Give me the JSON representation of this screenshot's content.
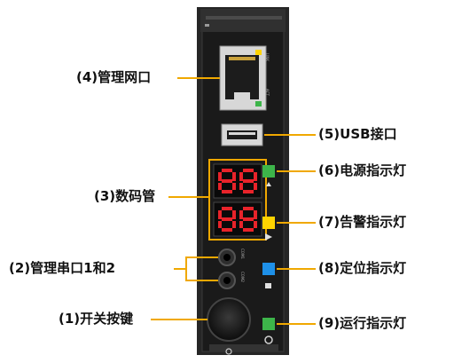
{
  "callouts": {
    "mgmt_network_port": "(4)管理网口",
    "usb_port": "(5)USB接口",
    "seven_segment": "(3)数码管",
    "power_led": "(6)电源指示灯",
    "alarm_led": "(7)告警指示灯",
    "serial_ports": "(2)管理串口1和2",
    "locate_led": "(8)定位指示灯",
    "power_switch": "(1)开关按键",
    "run_led": "(9)运行指示灯"
  },
  "port_labels": {
    "link": "LINK",
    "act": "ACT",
    "com1": "COM1",
    "com2": "COM2"
  },
  "display_digits": [
    "88",
    "88"
  ],
  "colors": {
    "panel": "#2b2b2b",
    "callout_line": "#f0a800",
    "power_led": "#3db54a",
    "alarm_led": "#ffd400",
    "locate_led": "#1e90e8",
    "run_led": "#3db54a",
    "segment_red": "#e8232a"
  }
}
